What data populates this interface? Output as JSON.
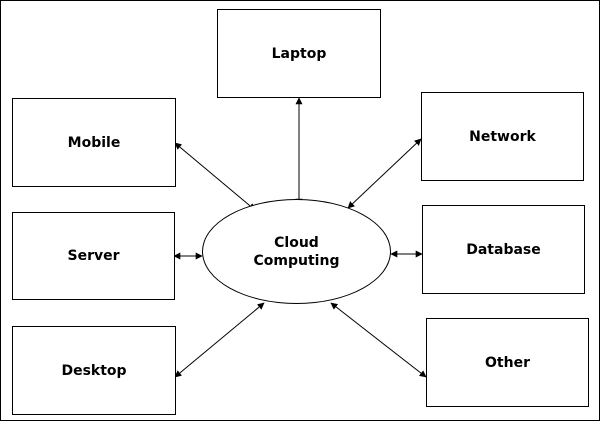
{
  "diagram": {
    "center": {
      "label": "Cloud\nComputing"
    },
    "nodes": {
      "laptop": "Laptop",
      "mobile": "Mobile",
      "network": "Network",
      "server": "Server",
      "database": "Database",
      "desktop": "Desktop",
      "other": "Other"
    }
  }
}
